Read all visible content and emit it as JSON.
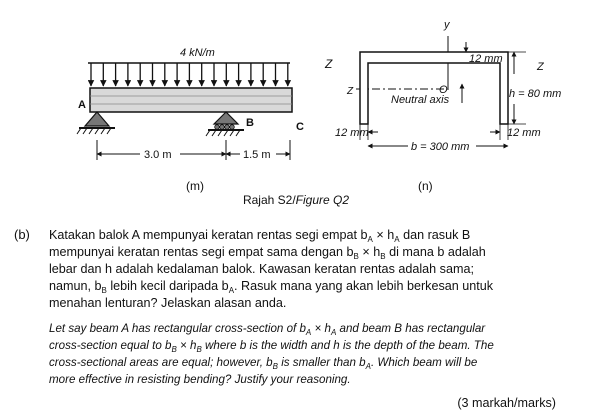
{
  "figure": {
    "caption_ms": "Rajah S2/",
    "caption_en": "Figure Q2",
    "panel_m": {
      "label": "(m)",
      "load": "4 kN/m",
      "point_a": "A",
      "point_b": "B",
      "point_c": "C",
      "span_ab": "3.0 m",
      "span_bc": "1.5 m"
    },
    "panel_n": {
      "label": "(n)",
      "axis_y": "y",
      "axis_z_left": "Z",
      "axis_z_mid": "Z",
      "axis_z_right": "Z",
      "origin": "O",
      "neutral_axis": "Neutral axis",
      "top_thickness": "12 mm",
      "height": "h = 80 mm",
      "flange_left": "12 mm",
      "flange_right": "12 mm",
      "width": "b = 300 mm"
    }
  },
  "question": {
    "label": "(b)",
    "ms_lines": [
      [
        "Katakan balok A mempunyai keratan rentas segi empat b",
        "A",
        " × h",
        "A",
        " dan rasuk B"
      ],
      [
        "mempunyai keratan rentas segi empat sama dengan b",
        "B",
        " × h",
        "B",
        " di mana b adalah"
      ],
      [
        "lebar dan h adalah kedalaman balok. Kawasan keratan rentas adalah sama;"
      ],
      [
        "namun, b",
        "B",
        " lebih kecil daripada b",
        "A",
        ". Rasuk mana yang akan lebih berkesan untuk"
      ],
      [
        "menahan lenturan? Jelaskan alasan anda."
      ]
    ],
    "en_lines": [
      [
        "Let say beam A has rectangular cross-section of b",
        "A",
        " × h",
        "A",
        " and beam B has rectangular"
      ],
      [
        "cross-section equal to b",
        "B",
        " × h",
        "B",
        " where b is the width and h is the depth of the beam. The"
      ],
      [
        "cross-sectional areas are equal; however, b",
        "B",
        " is smaller than b",
        "A",
        ". Which beam will be"
      ],
      [
        "more effective in resisting bending? Justify your reasoning."
      ]
    ],
    "marks": "(3 markah/marks)"
  }
}
